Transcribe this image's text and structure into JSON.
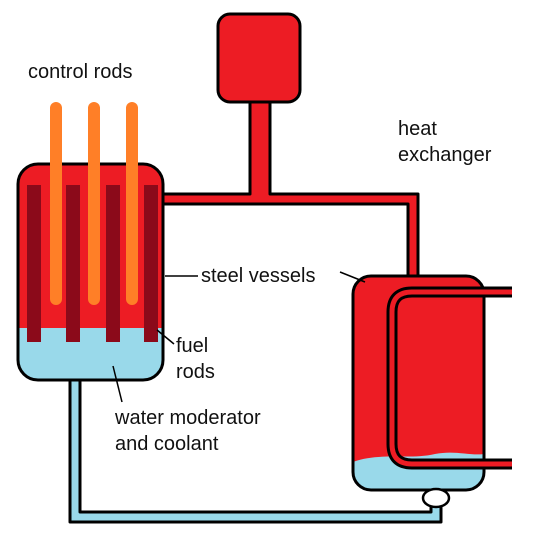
{
  "labels": {
    "control_rods": "control rods",
    "heat_exchanger_line1": "heat",
    "heat_exchanger_line2": "exchanger",
    "steel_vessels": "steel vessels",
    "fuel_rods_line1": "fuel",
    "fuel_rods_line2": "rods",
    "water_line1": "water moderator",
    "water_line2": "and coolant"
  },
  "colors": {
    "vessel_red": "#ed1c24",
    "fuel_dark_red": "#8b0a1a",
    "control_rod_orange": "#ff7f27",
    "water_blue": "#99d9ea",
    "outline": "#000000",
    "background": "#ffffff"
  }
}
